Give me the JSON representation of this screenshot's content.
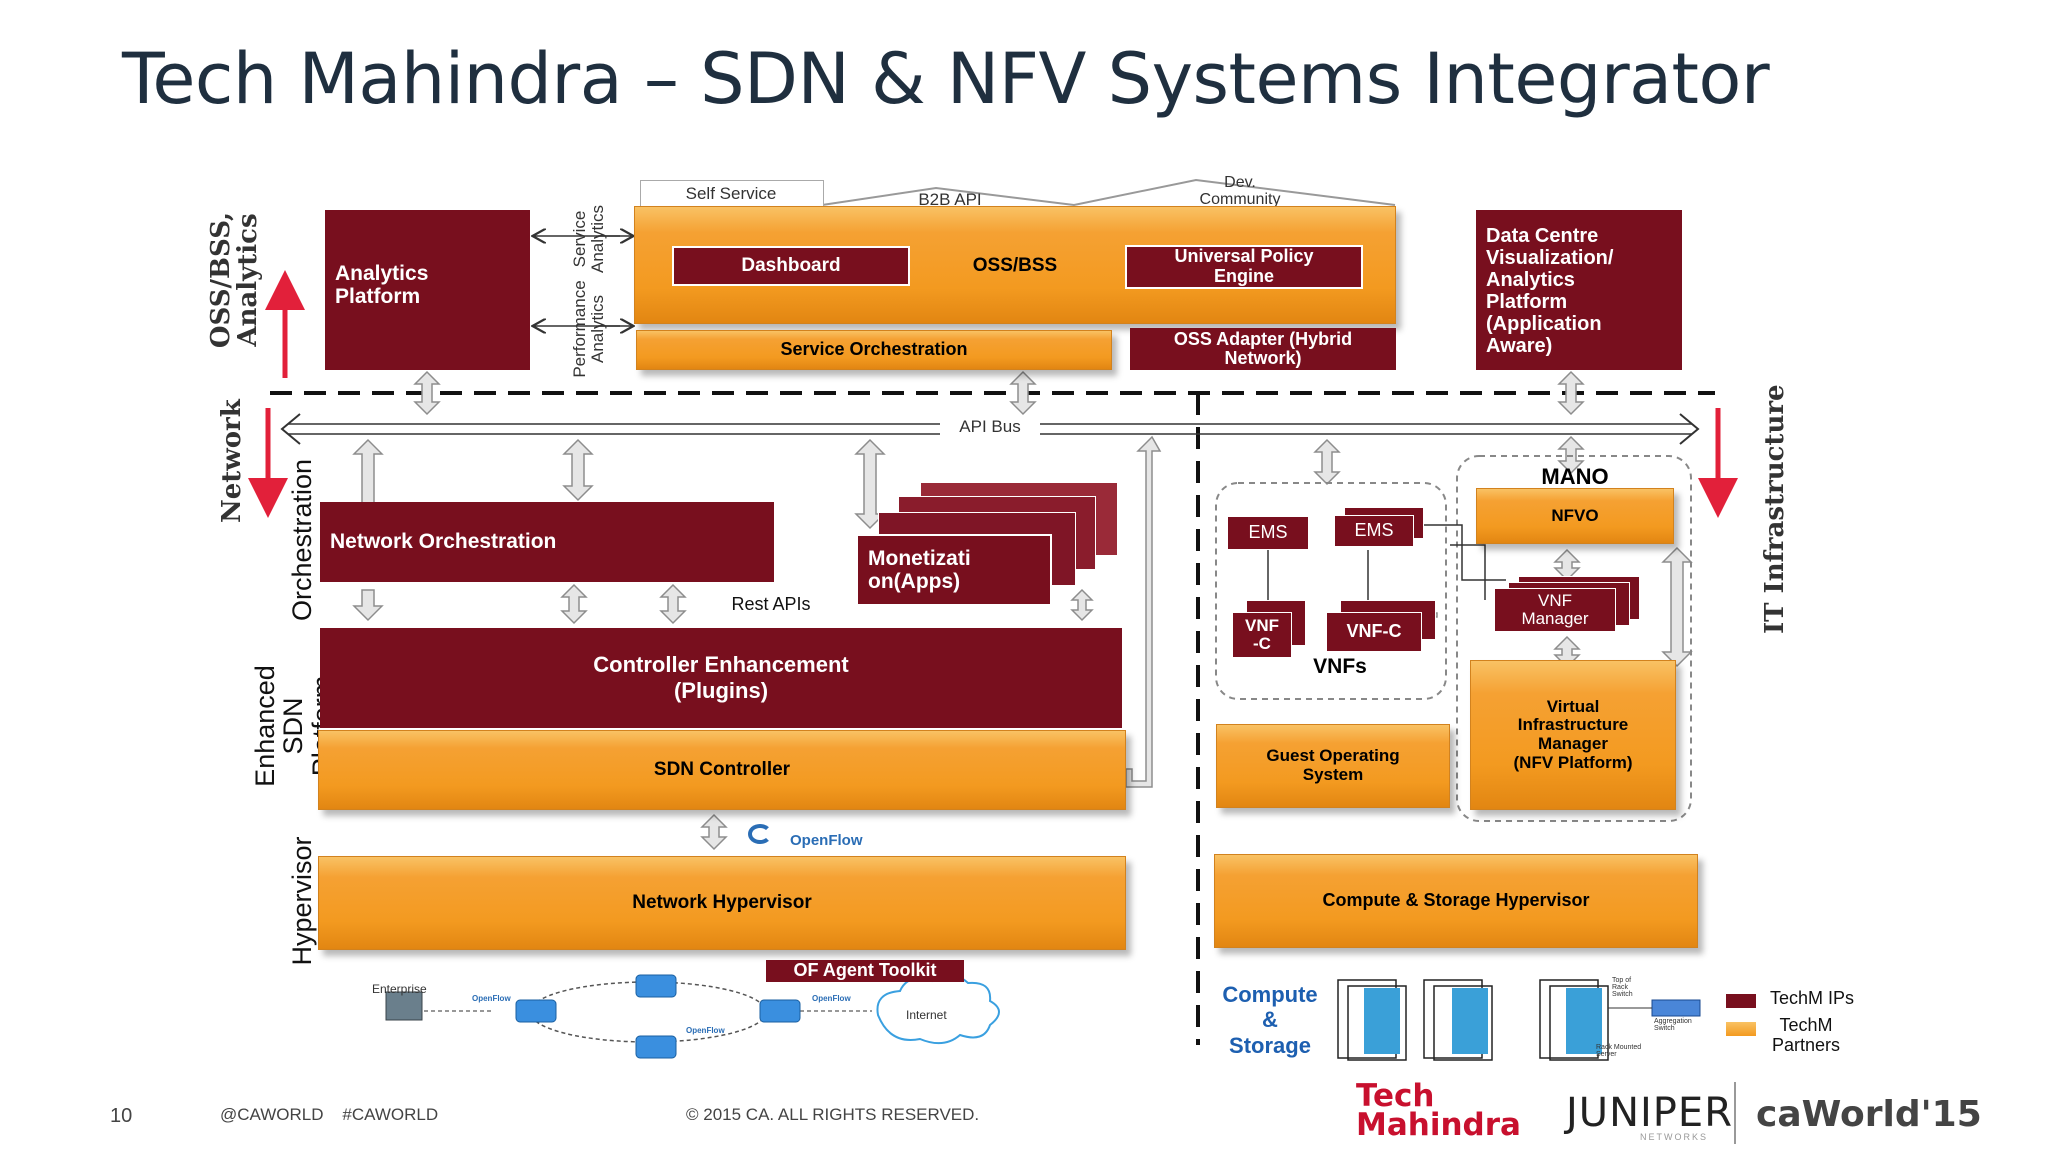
{
  "title": "Tech Mahindra – SDN & NFV Systems Integrator",
  "side_labels": {
    "oss_bss": "OSS/BSS,\nAnalytics",
    "network": "Network",
    "it_infrastructure": "IT Infrastructure",
    "orchestration": "Orchestration",
    "enhanced_sdn": "Enhanced SDN\nPlatform",
    "hypervisor": "Hypervisor",
    "service_analytics": "Service\nAnalytics",
    "performance_analytics": "Performance\nAnalytics"
  },
  "top": {
    "analytics_platform": "Analytics\nPlatform",
    "self_service": "Self Service",
    "b2b_api": "B2B API",
    "dev_community": "Dev.\nCommunity",
    "dashboard": "Dashboard",
    "oss_bss": "OSS/BSS",
    "universal_policy_engine": "Universal Policy\nEngine",
    "service_orchestration": "Service Orchestration",
    "oss_adapter": "OSS Adapter (Hybrid\nNetwork)",
    "data_centre": "Data Centre\nVisualization/\nAnalytics\nPlatform\n(Application\nAware)"
  },
  "api_bus": "API Bus",
  "left": {
    "network_orchestration": "Network Orchestration",
    "monetization": "Monetizati\non(Apps)",
    "rest_apis": "Rest APIs",
    "controller_enhancement": "Controller Enhancement\n(Plugins)",
    "sdn_controller": "SDN Controller",
    "openflow": "OpenFlow",
    "network_hypervisor": "Network Hypervisor",
    "of_agent_toolkit": "OF Agent Toolkit",
    "enterprise": "Enterprise",
    "internet": "Internet",
    "openflow_small": "OpenFlow"
  },
  "right": {
    "mano": "MANO",
    "nfvo": "NFVO",
    "ems_1": "EMS",
    "ems_2": "EMS",
    "vnf_c_1": "VNF\n-C",
    "vnf_c_2": "VNF-C",
    "vnfs": "VNFs",
    "vnf_manager": "VNF\nManager",
    "guest_os": "Guest Operating\nSystem",
    "vim": "Virtual\nInfrastructure\nManager\n(NFV Platform)",
    "compute_storage_hypervisor": "Compute & Storage Hypervisor",
    "compute_storage": "Compute\n&\nStorage",
    "top_of_rack": "Top of\nRack\nSwitch",
    "aggregation_switch": "Aggregation\nSwitch",
    "rack_mounted_server": "Rack Mounted\nServer"
  },
  "legend": [
    {
      "label": "TechM IPs",
      "color": "#780f1e"
    },
    {
      "label": "TechM\nPartners",
      "color": "#f5a133"
    }
  ],
  "footer": {
    "page_number": "10",
    "hashtags": "@CAWORLD    #CAWORLD",
    "copyright": "© 2015 CA. ALL RIGHTS RESERVED.",
    "logo_techm": "Tech\nMahindra",
    "logo_juniper": "JUNIPER",
    "logo_juniper_sub": "NETWORKS",
    "logo_caworld": "caWorld'15"
  },
  "colors": {
    "maroon": "#780f1e",
    "orange": "#f5a133",
    "arrow_red": "#e2203a",
    "text_blue": "#1d5fb0"
  }
}
